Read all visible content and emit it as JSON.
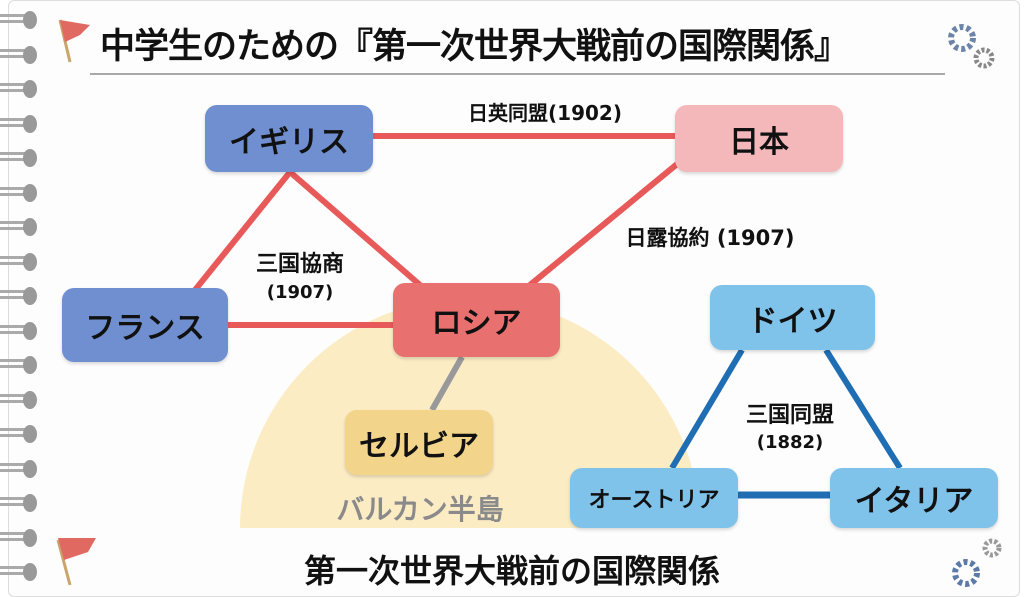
{
  "title": "中学生のための『第一次世界大戦前の国際関係』",
  "bottom_title": "第一次世界大戦前の国際関係",
  "nodes": {
    "uk": "イギリス",
    "japan": "日本",
    "france": "フランス",
    "russia": "ロシア",
    "serbia": "セルビア",
    "germany": "ドイツ",
    "austria": "オーストリア",
    "italy": "イタリア"
  },
  "labels": {
    "anglo_japanese": "日英同盟(1902)",
    "triple_entente": "三国協商",
    "triple_entente_year": "(1907)",
    "russo_japanese": "日露協約 (1907)",
    "triple_alliance": "三国同盟",
    "triple_alliance_year": "(1882)",
    "balkan": "バルカン半島"
  },
  "colors": {
    "entente_line": "#e85a5a",
    "alliance_line": "#1f6db3",
    "uk": "#6f8fd0",
    "japan": "#f4b8ba",
    "russia": "#e8716f",
    "serbia": "#f2d48a",
    "central": "#80c3ea",
    "balkan": "#fcecc4"
  }
}
